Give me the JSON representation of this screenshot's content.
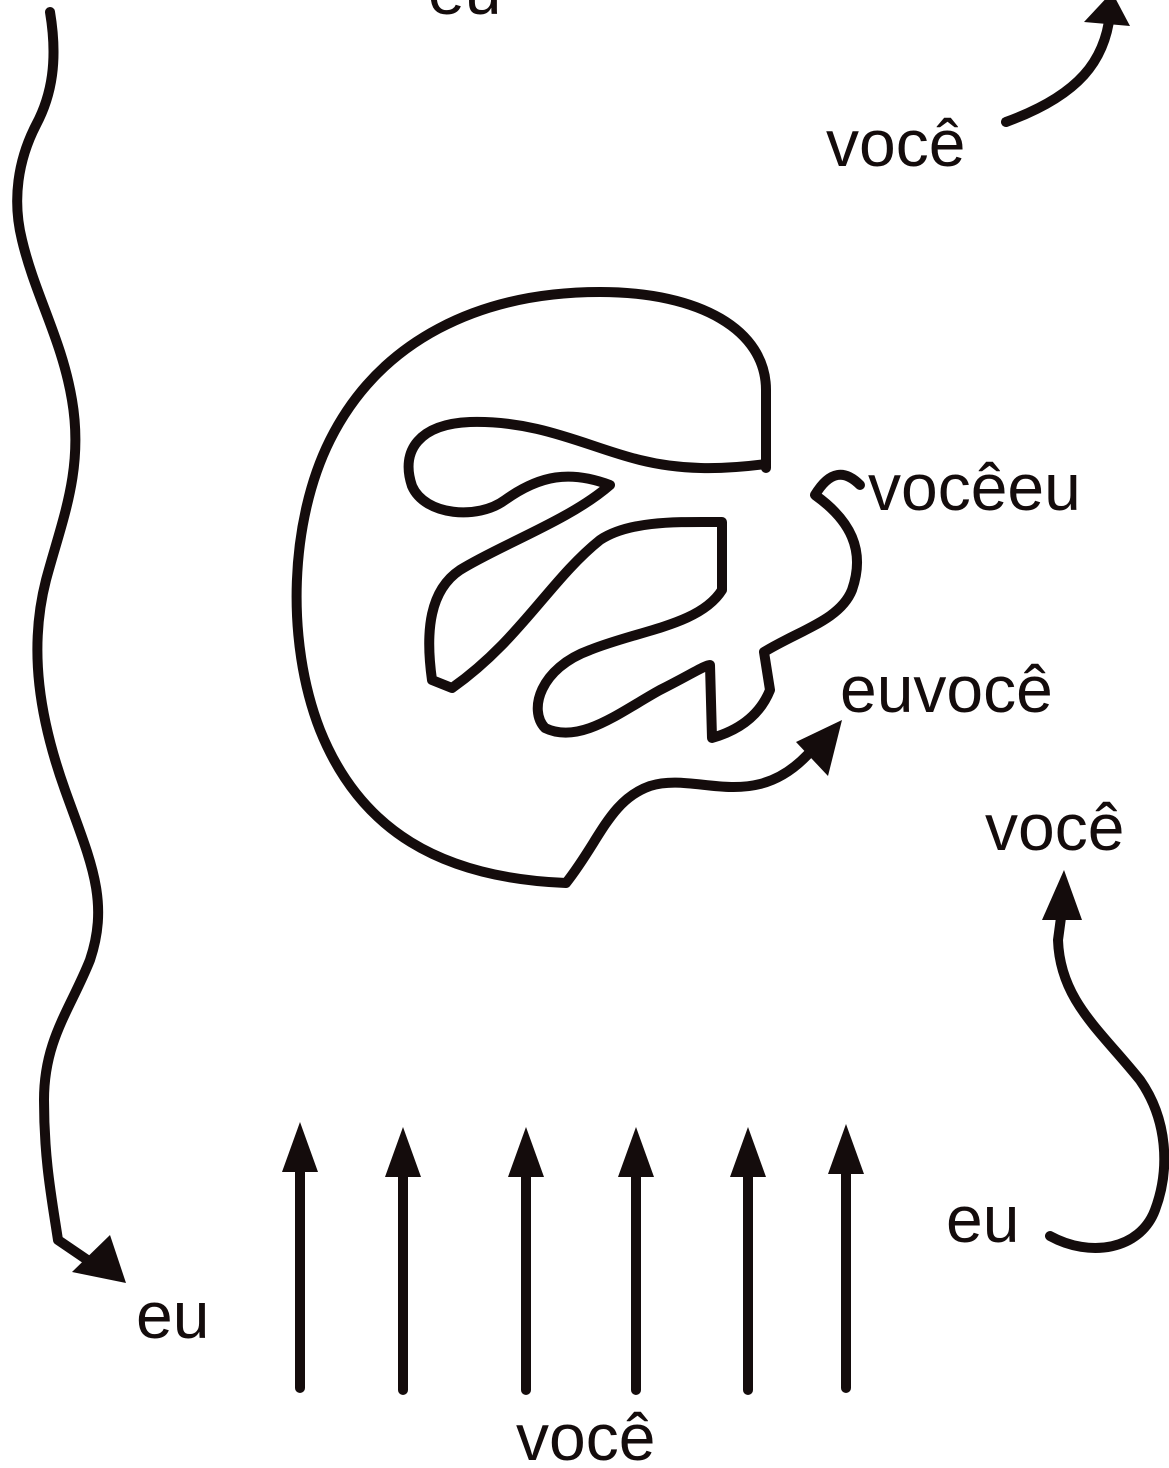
{
  "diagram": {
    "labels": {
      "top_partial": "eu",
      "top_right": "você",
      "blob_top": "vocêeu",
      "blob_bottom": "euvocê",
      "right_mid": "você",
      "right_bottom": "eu",
      "bottom_left": "eu",
      "bottom_center": "você"
    },
    "colors": {
      "ink": "#140c0c",
      "background": "#ffffff"
    }
  }
}
